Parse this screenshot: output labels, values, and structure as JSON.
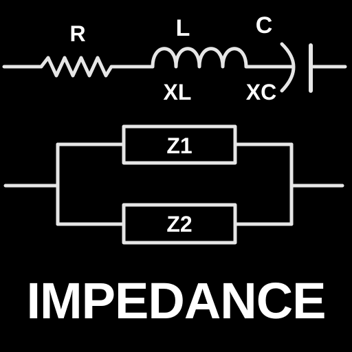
{
  "colors": {
    "background": "#000000",
    "line": "#e6e6e6",
    "text": "#ffffff"
  },
  "series_circuit": {
    "resistor_label": "R",
    "inductor_label": "L",
    "capacitor_label": "C",
    "inductive_reactance_label": "XL",
    "capacitive_reactance_label": "XC",
    "resistor_icon": "resistor-zigzag",
    "inductor_icon": "inductor-coil",
    "capacitor_icon": "capacitor-plates"
  },
  "parallel_circuit": {
    "upper_impedance_label": "Z1",
    "lower_impedance_label": "Z2"
  },
  "title": "IMPEDANCE"
}
